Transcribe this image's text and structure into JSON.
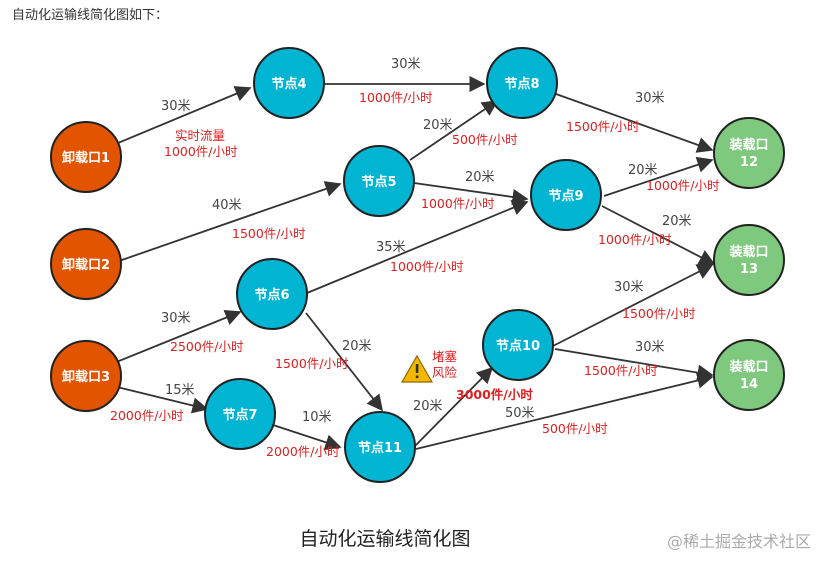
{
  "intro": "自动化运输线简化图如下：",
  "caption": "自动化运输线简化图",
  "watermark": "@稀土掘金技术社区",
  "colors": {
    "unload": "#e35400",
    "node": "#00b4d2",
    "load": "#7fc97f",
    "stroke": "#222222",
    "edge": "#333333",
    "distance_text": "#444444",
    "flow_text": "#e02020"
  },
  "nodes": {
    "unload1": "卸载口1",
    "unload2": "卸载口2",
    "unload3": "卸载口3",
    "n4": "节点4",
    "n5": "节点5",
    "n6": "节点6",
    "n7": "节点7",
    "n8": "节点8",
    "n9": "节点9",
    "n10": "节点10",
    "n11": "节点11",
    "load12": [
      "装载口",
      "12"
    ],
    "load13": [
      "装载口",
      "13"
    ],
    "load14": [
      "装载口",
      "14"
    ]
  },
  "edges": {
    "u1_n4": {
      "distance": "30米",
      "flow_title": "实时流量",
      "flow": "1000件/小时"
    },
    "u2_n5": {
      "distance": "40米",
      "flow": "1500件/小时"
    },
    "u3_n6": {
      "distance": "30米",
      "flow": "2500件/小时"
    },
    "u3_n7": {
      "distance": "15米",
      "flow": "2000件/小时"
    },
    "n4_n8": {
      "distance": "30米",
      "flow": "1000件/小时"
    },
    "n5_n8": {
      "distance": "20米",
      "flow": "500件/小时"
    },
    "n5_n9": {
      "distance": "20米",
      "flow": "1000件/小时"
    },
    "n6_n9": {
      "distance": "35米",
      "flow": "1000件/小时"
    },
    "n6_n11": {
      "distance": "20米",
      "flow": "1500件/小时"
    },
    "n7_n11": {
      "distance": "10米",
      "flow": "2000件/小时"
    },
    "n8_l12": {
      "distance": "30米",
      "flow": "1500件/小时"
    },
    "n9_l12": {
      "distance": "20米",
      "flow": "1000件/小时"
    },
    "n9_l13": {
      "distance": "20米",
      "flow": "1000件/小时"
    },
    "n10_l13": {
      "distance": "30米",
      "flow": "1500件/小时"
    },
    "n10_l14": {
      "distance": "30米",
      "flow": "1500件/小时"
    },
    "n11_n10": {
      "distance": "20米",
      "flow": "3000件/小时",
      "risk": [
        "堵塞",
        "风险"
      ]
    },
    "n11_l14": {
      "distance": "50米",
      "flow": "500件/小时"
    }
  }
}
